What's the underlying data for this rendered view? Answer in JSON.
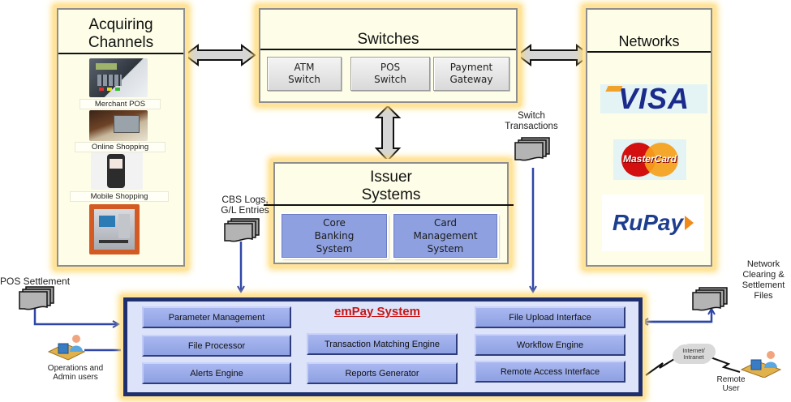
{
  "acquiring": {
    "title_line1": "Acquiring",
    "title_line2": "Channels",
    "items": [
      {
        "label": "Merchant  POS",
        "icon": "pos-terminal-icon"
      },
      {
        "label": "Online Shopping",
        "icon": "online-shopping-icon"
      },
      {
        "label": "Mobile  Shopping",
        "icon": "mobile-phone-icon"
      },
      {
        "label": "",
        "icon": "atm-icon"
      }
    ]
  },
  "switches": {
    "title": "Switches",
    "items": [
      {
        "line1": "ATM",
        "line2": "Switch"
      },
      {
        "line1": "POS",
        "line2": "Switch"
      },
      {
        "line1": "Payment",
        "line2": "Gateway"
      }
    ]
  },
  "networks": {
    "title": "Networks",
    "logos": [
      {
        "name": "VISA",
        "color": "#1a2b8c"
      },
      {
        "name": "MasterCard",
        "color": "#cc0000"
      },
      {
        "name": "RuPay",
        "color": "#1d3e8e"
      }
    ]
  },
  "issuer": {
    "title_line1": "Issuer",
    "title_line2": "Systems",
    "items": [
      {
        "line1": "Core",
        "line2": "Banking",
        "line3": "System"
      },
      {
        "line1": "Card",
        "line2": "Management",
        "line3": "System"
      }
    ]
  },
  "files": {
    "cbs_line1": "CBS Logs,",
    "cbs_line2": "G/L Entries",
    "switch_line1": "Switch",
    "switch_line2": "Transactions",
    "pos_settlement": "POS Settlement",
    "network_line1": "Network",
    "network_line2": "Clearing &",
    "network_line3": "Settlement",
    "network_line4": "Files"
  },
  "empay": {
    "title": "emPay System",
    "title_color": "#c81515",
    "left": [
      "Parameter Management",
      "File Processor",
      "Alerts Engine"
    ],
    "middle": [
      "Transaction Matching Engine",
      "Reports Generator"
    ],
    "right": [
      "File Upload Interface",
      "Workflow Engine",
      "Remote Access Interface"
    ]
  },
  "users": {
    "ops_line1": "Operations and",
    "ops_line2": "Admin users",
    "cloud_line1": "Internet/",
    "cloud_line2": "Intranet",
    "remote_line1": "Remote",
    "remote_line2": "User"
  },
  "colors": {
    "arrow_blue": "#2f46a8",
    "glow": "#ffd76a",
    "module_blue": "#8fa1e3",
    "empay_border": "#1f2f6e"
  }
}
